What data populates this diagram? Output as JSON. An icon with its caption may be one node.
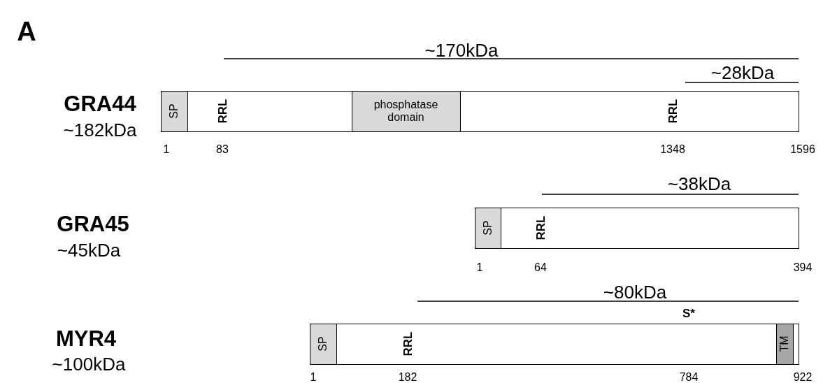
{
  "diagram": {
    "nodes": [
      {
        "text": [],
        "shape": "bar"
      },
      {
        "text": [
          "SP"
        ],
        "in": 0
      },
      {
        "text": [
          "phosphatase domain"
        ],
        "in": 0
      },
      {
        "text": [],
        "shape": "bar"
      },
      {
        "text": [
          "SP"
        ],
        "in": 3
      },
      {
        "text": [],
        "shape": "bar"
      },
      {
        "text": [
          "SP"
        ],
        "in": 5
      },
      {
        "text": [
          "TM"
        ],
        "in": 5
      }
    ],
    "labels": [
      "A",
      "~170kDa",
      "~28kDa",
      "GRA44",
      "~182kDa",
      "RRL",
      "RRL",
      "1",
      "83",
      "1348",
      "1596",
      "~38kDa",
      "GRA45",
      "~45kDa",
      "RRL",
      "1",
      "64",
      "394",
      "~80kDa",
      "S*",
      "MYR4",
      "~100kDa",
      "RRL",
      "1",
      "182",
      "784",
      "922"
    ]
  }
}
